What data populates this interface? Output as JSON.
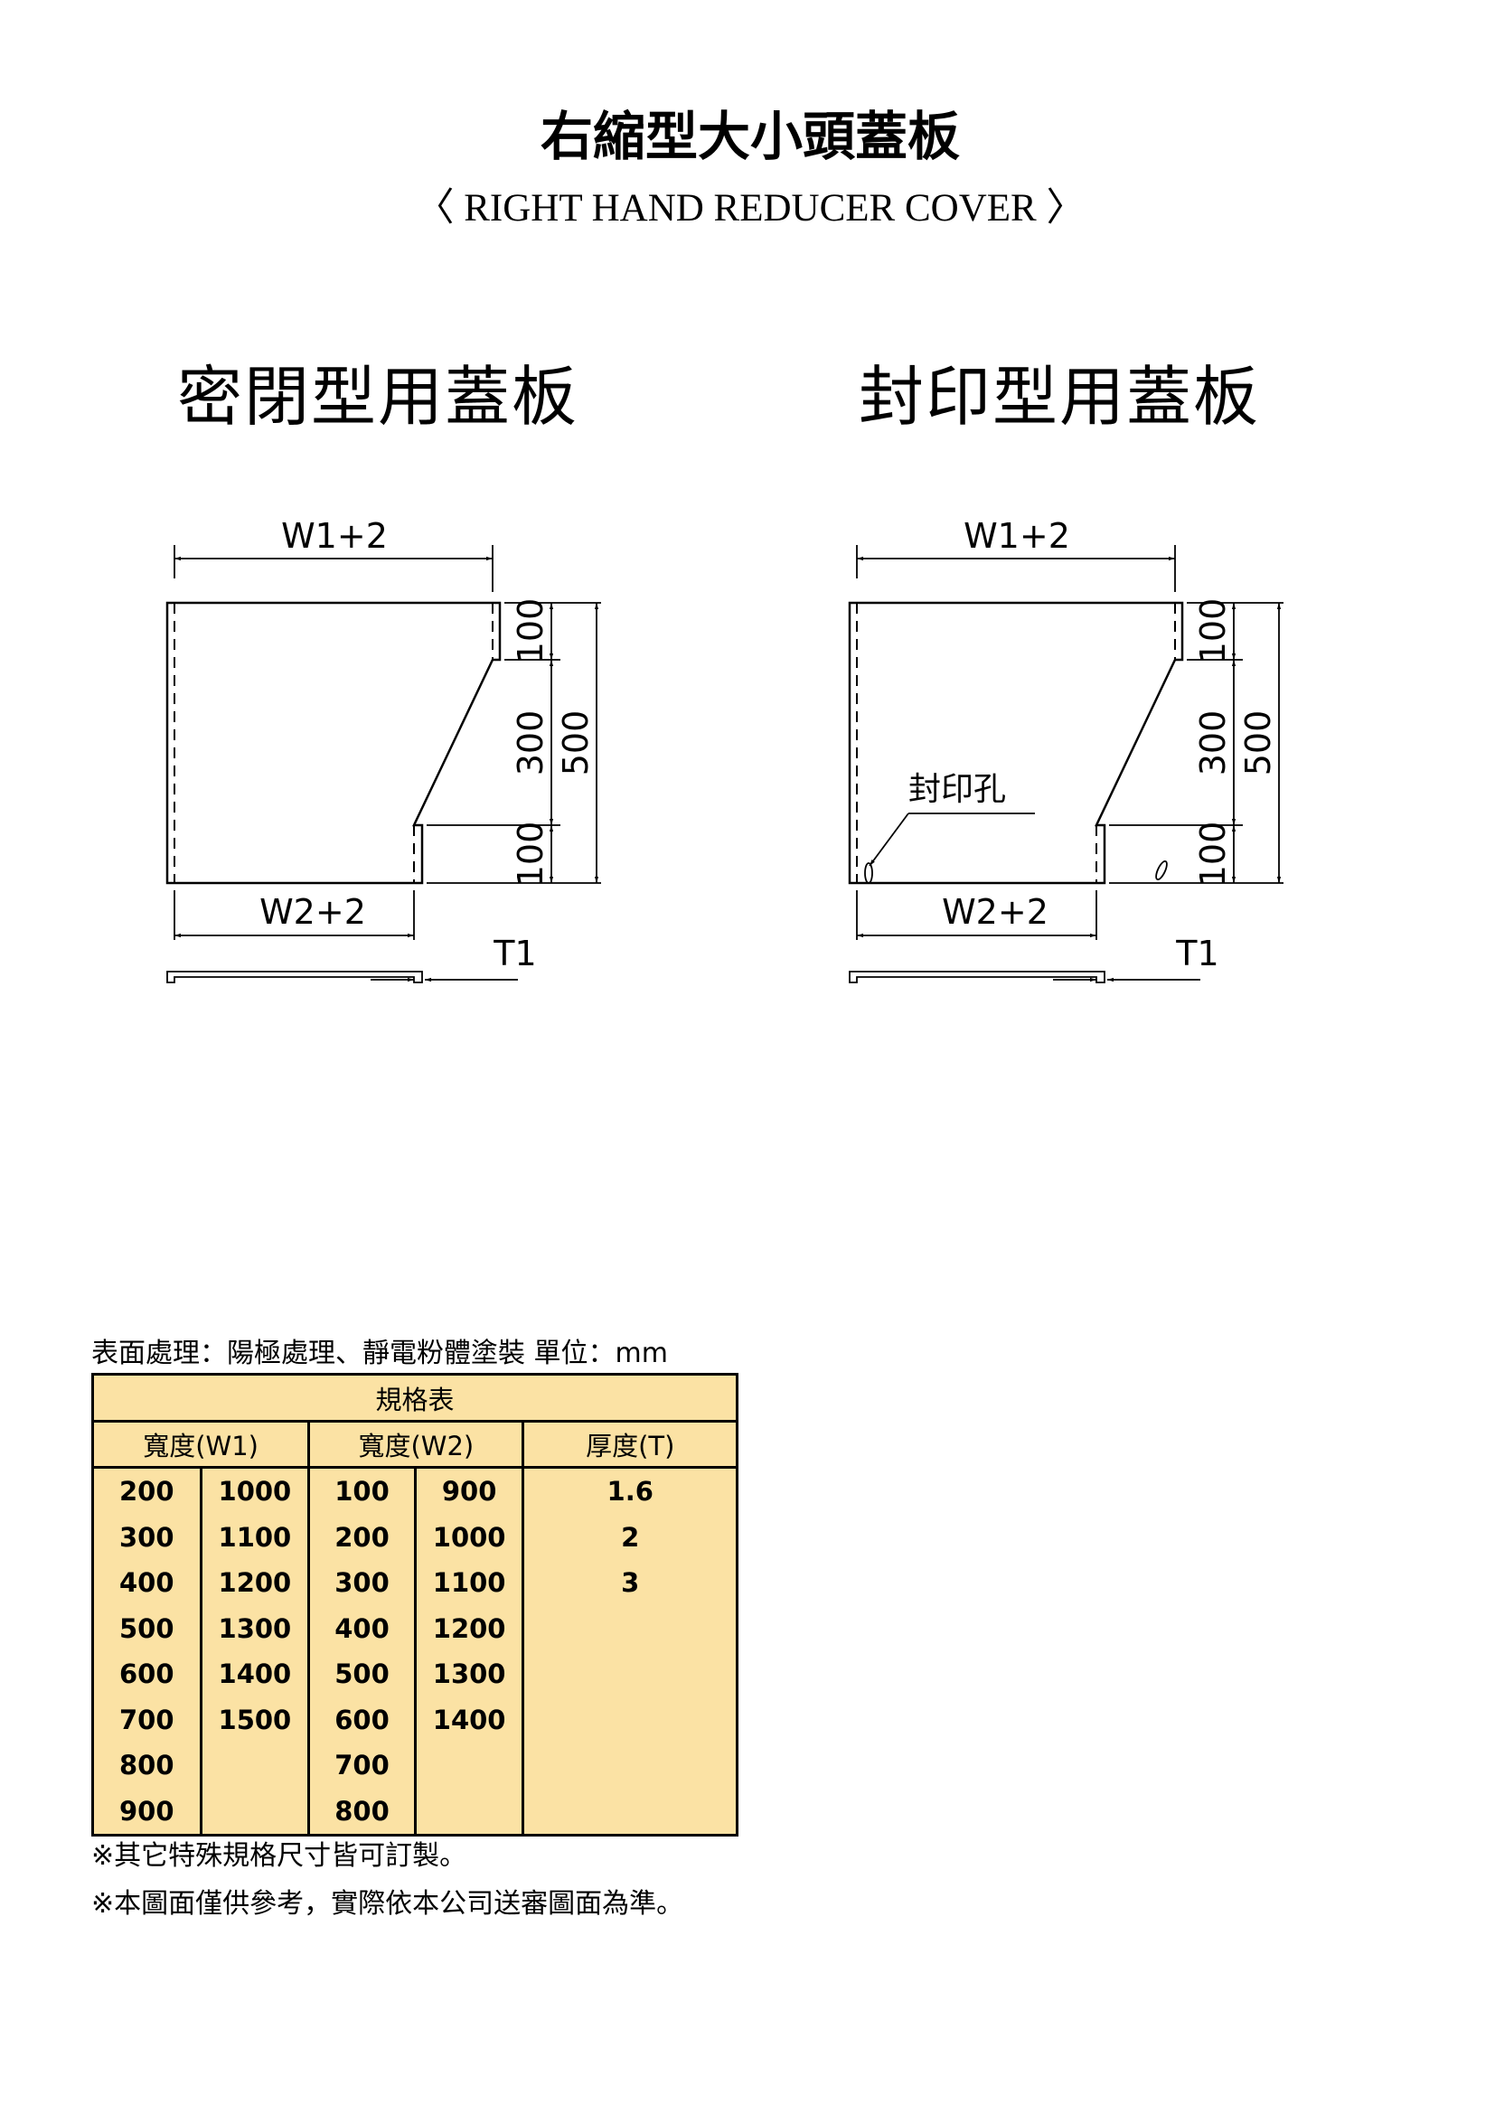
{
  "title": "右縮型大小頭蓋板",
  "subtitle": "〈 RIGHT HAND REDUCER COVER 〉",
  "sections": [
    {
      "heading": "密閉型用蓋板"
    },
    {
      "heading": "封印型用蓋板"
    }
  ],
  "drawing": {
    "w1": "W1+2",
    "w2": "W2+2",
    "d100a": "100",
    "d300": "300",
    "d500": "500",
    "d100b": "100",
    "t1": "T1",
    "seal_hole": "封印孔"
  },
  "surface_text": "表面處理：陽極處理、靜電粉體塗裝  單位：mm",
  "table": {
    "title": "規格表",
    "headers": [
      "寬度(W1)",
      "寬度(W2)",
      "厚度(T)"
    ],
    "rows": [
      [
        "200",
        "1000",
        "100",
        "900",
        "1.6"
      ],
      [
        "300",
        "1100",
        "200",
        "1000",
        "2"
      ],
      [
        "400",
        "1200",
        "300",
        "1100",
        "3"
      ],
      [
        "500",
        "1300",
        "400",
        "1200",
        ""
      ],
      [
        "600",
        "1400",
        "500",
        "1300",
        ""
      ],
      [
        "700",
        "1500",
        "600",
        "1400",
        ""
      ],
      [
        "800",
        "",
        "700",
        "",
        ""
      ],
      [
        "900",
        "",
        "800",
        "",
        ""
      ]
    ]
  },
  "notes": [
    "※其它特殊規格尺寸皆可訂製。",
    "※本圖面僅供參考，實際依本公司送審圖面為準。"
  ]
}
